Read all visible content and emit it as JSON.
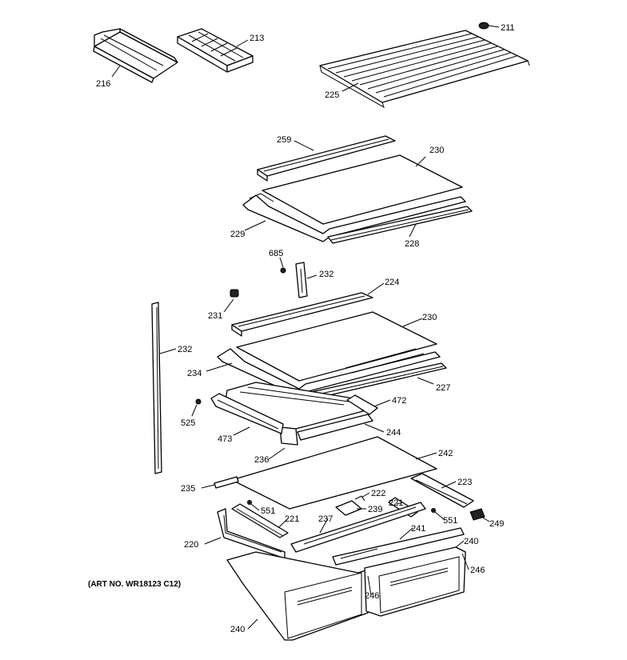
{
  "art_number": "(ART NO. WR18123 C12)",
  "callouts": [
    {
      "id": "c216",
      "text": "216"
    },
    {
      "id": "c213",
      "text": "213"
    },
    {
      "id": "c211",
      "text": "211"
    },
    {
      "id": "c225",
      "text": "225"
    },
    {
      "id": "c259",
      "text": "259"
    },
    {
      "id": "c230a",
      "text": "230"
    },
    {
      "id": "c229",
      "text": "229"
    },
    {
      "id": "c228",
      "text": "228"
    },
    {
      "id": "c685",
      "text": "685"
    },
    {
      "id": "c232a",
      "text": "232"
    },
    {
      "id": "c224",
      "text": "224"
    },
    {
      "id": "c231",
      "text": "231"
    },
    {
      "id": "c230b",
      "text": "230"
    },
    {
      "id": "c232b",
      "text": "232"
    },
    {
      "id": "c234",
      "text": "234"
    },
    {
      "id": "c227",
      "text": "227"
    },
    {
      "id": "c472",
      "text": "472"
    },
    {
      "id": "c525",
      "text": "525"
    },
    {
      "id": "c473",
      "text": "473"
    },
    {
      "id": "c244",
      "text": "244"
    },
    {
      "id": "c236",
      "text": "236"
    },
    {
      "id": "c242",
      "text": "242"
    },
    {
      "id": "c235",
      "text": "235"
    },
    {
      "id": "c223",
      "text": "223"
    },
    {
      "id": "c222",
      "text": "222"
    },
    {
      "id": "c221a",
      "text": "221"
    },
    {
      "id": "c551a",
      "text": "551"
    },
    {
      "id": "c239",
      "text": "239"
    },
    {
      "id": "c221b",
      "text": "221"
    },
    {
      "id": "c551b",
      "text": "551"
    },
    {
      "id": "c249",
      "text": "249"
    },
    {
      "id": "c237",
      "text": "237"
    },
    {
      "id": "c220",
      "text": "220"
    },
    {
      "id": "c241",
      "text": "241"
    },
    {
      "id": "c240a",
      "text": "240"
    },
    {
      "id": "c246a",
      "text": "246"
    },
    {
      "id": "c246b",
      "text": "246"
    },
    {
      "id": "c240b",
      "text": "240"
    }
  ]
}
